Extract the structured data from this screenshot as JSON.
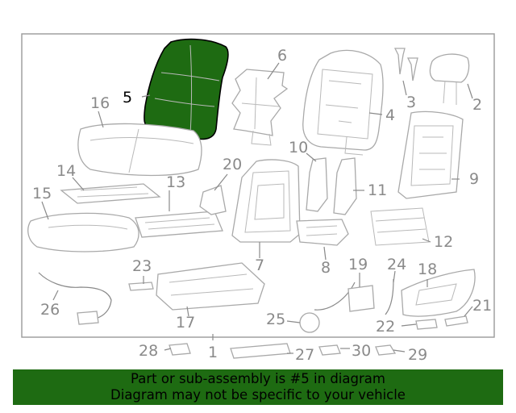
{
  "colors": {
    "highlight": "#1e6b12",
    "highlight_stroke": "#000000",
    "banner_bg": "#1e6b12",
    "part_stroke": "#a9a9a9",
    "label": "#8a8a8a"
  },
  "callouts": [
    "5",
    "6",
    "16",
    "4",
    "3",
    "2",
    "14",
    "13",
    "15",
    "20",
    "10",
    "11",
    "9",
    "7",
    "8",
    "12",
    "23",
    "19",
    "24",
    "18",
    "26",
    "25",
    "17",
    "21",
    "22",
    "28",
    "1",
    "27",
    "30",
    "29"
  ],
  "highlighted_part": "5",
  "banner": {
    "line1": "Part or sub-assembly is #5 in diagram",
    "line2": "Diagram may not be specific to your vehicle"
  }
}
